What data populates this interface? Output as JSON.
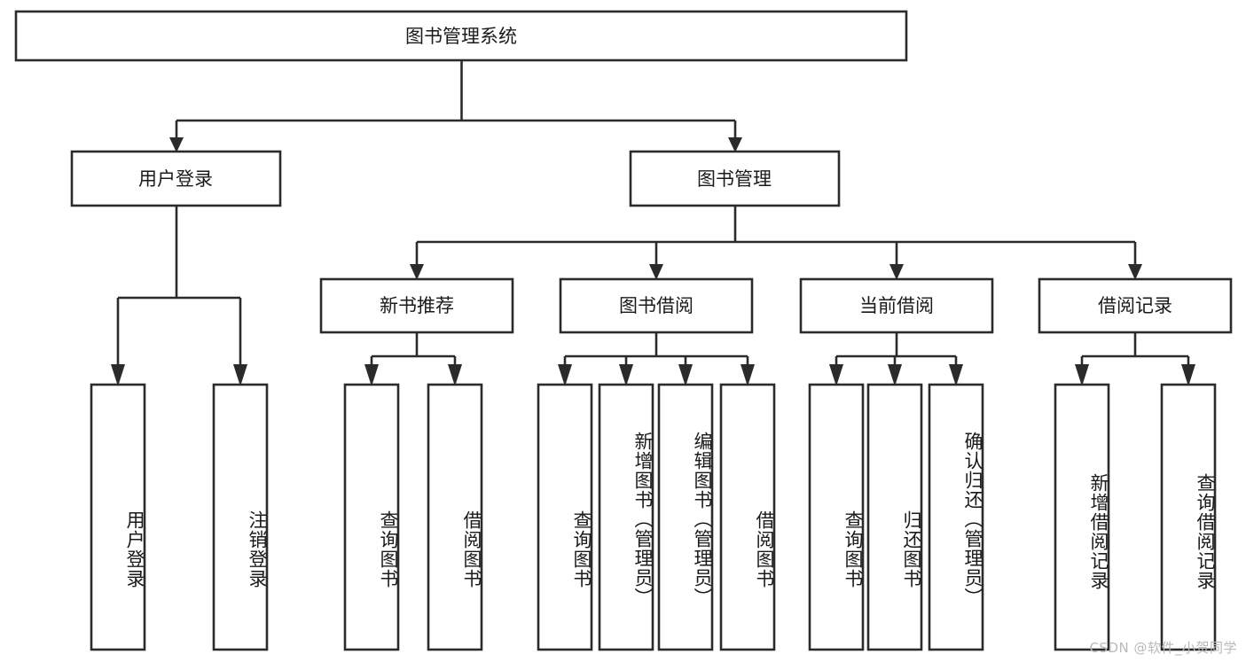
{
  "diagram": {
    "type": "tree-hierarchy",
    "title": "图书管理系统",
    "root": {
      "id": "root",
      "label": "图书管理系统",
      "orientation": "horizontal"
    },
    "level1": [
      {
        "id": "user-login",
        "label": "用户登录",
        "orientation": "horizontal"
      },
      {
        "id": "book-manage",
        "label": "图书管理",
        "orientation": "horizontal"
      }
    ],
    "level2": [
      {
        "id": "new-book-rec",
        "label": "新书推荐",
        "orientation": "horizontal",
        "parent": "book-manage"
      },
      {
        "id": "book-borrow",
        "label": "图书借阅",
        "orientation": "horizontal",
        "parent": "book-manage"
      },
      {
        "id": "current-borrow",
        "label": "当前借阅",
        "orientation": "horizontal",
        "parent": "book-manage"
      },
      {
        "id": "borrow-record",
        "label": "借阅记录",
        "orientation": "horizontal",
        "parent": "book-manage"
      }
    ],
    "leaves": [
      {
        "id": "leaf-user-login",
        "label": "用户登录",
        "parent": "user-login",
        "orientation": "vertical"
      },
      {
        "id": "leaf-user-logout",
        "label": "注销登录",
        "parent": "user-login",
        "orientation": "vertical"
      },
      {
        "id": "leaf-query-book-1",
        "label": "查询图书",
        "parent": "new-book-rec",
        "orientation": "vertical"
      },
      {
        "id": "leaf-borrow-book-1",
        "label": "借阅图书",
        "parent": "new-book-rec",
        "orientation": "vertical"
      },
      {
        "id": "leaf-query-book-2",
        "label": "查询图书",
        "parent": "book-borrow",
        "orientation": "vertical"
      },
      {
        "id": "leaf-add-book",
        "label": "新增图书（管理员）",
        "parent": "book-borrow",
        "orientation": "vertical"
      },
      {
        "id": "leaf-edit-book",
        "label": "编辑图书（管理员）",
        "parent": "book-borrow",
        "orientation": "vertical"
      },
      {
        "id": "leaf-borrow-book-2",
        "label": "借阅图书",
        "parent": "book-borrow",
        "orientation": "vertical"
      },
      {
        "id": "leaf-query-book-3",
        "label": "查询图书",
        "parent": "current-borrow",
        "orientation": "vertical"
      },
      {
        "id": "leaf-return-book",
        "label": "归还图书",
        "parent": "current-borrow",
        "orientation": "vertical"
      },
      {
        "id": "leaf-confirm-return",
        "label": "确认归还（管理员）",
        "parent": "current-borrow",
        "orientation": "vertical"
      },
      {
        "id": "leaf-add-record",
        "label": "新增借阅记录",
        "parent": "borrow-record",
        "orientation": "vertical"
      },
      {
        "id": "leaf-query-record",
        "label": "查询借阅记录",
        "parent": "borrow-record",
        "orientation": "vertical"
      }
    ],
    "colors": {
      "stroke": "#2b2b2b",
      "fill": "#ffffff",
      "text": "#1a1a1a",
      "watermark": "#b9b9b9"
    }
  },
  "watermark": {
    "text": "CSDN @软件_小贺同学"
  }
}
